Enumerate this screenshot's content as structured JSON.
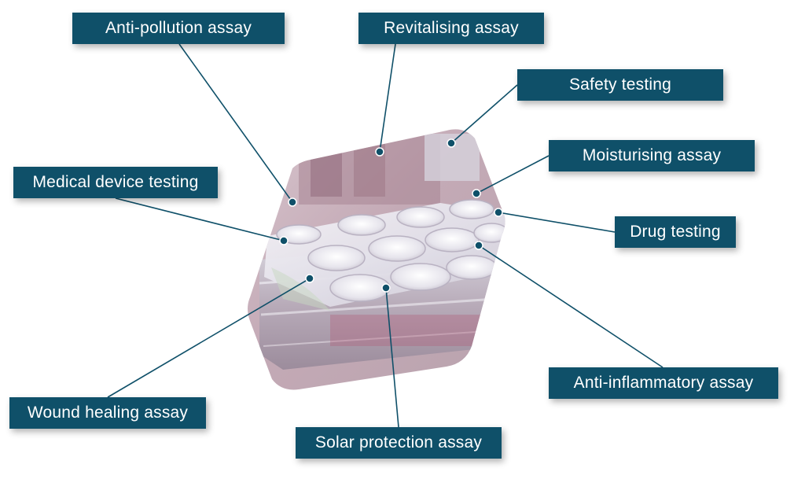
{
  "labels": {
    "anti_pollution": "Anti-pollution assay",
    "revitalising": "Revitalising assay",
    "safety": "Safety testing",
    "moisturising": "Moisturising assay",
    "medical_device": "Medical device testing",
    "drug": "Drug testing",
    "anti_inflammatory": "Anti-inflammatory assay",
    "wound_healing": "Wound healing assay",
    "solar_protection": "Solar protection assay"
  },
  "colors": {
    "label_bg": "#0f5069",
    "label_text": "#ffffff",
    "connector": "#0f5069"
  }
}
